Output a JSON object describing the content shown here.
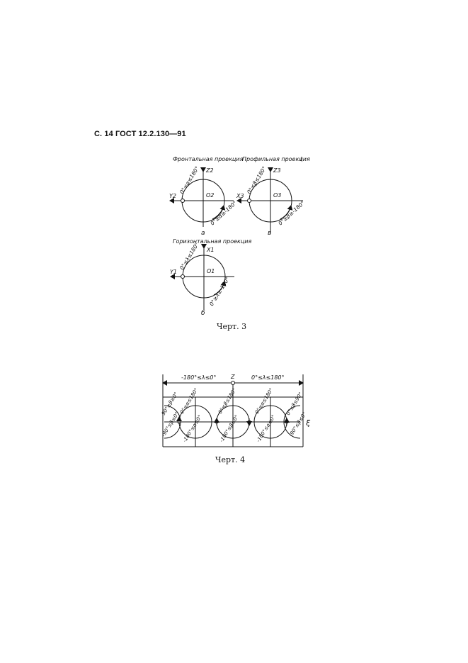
{
  "header": "С. 14 ГОСТ 12.2.130—91",
  "fig3": {
    "caption": "Черт. 3",
    "frontal": {
      "title": "Фронтальная проекция",
      "axis_v": "Z2",
      "axis_h": "Y2",
      "center": "O2",
      "label_upper": "0°≤α≤180°",
      "label_lower": "0°≥α≥-180°",
      "sublabel": "а"
    },
    "profile": {
      "title": "Профильная проекция",
      "axis_v": "Z3",
      "axis_h": "X3",
      "center": "O3",
      "label_upper": "0°≤β≤180°",
      "label_lower": "0°≥β≥-180°",
      "sublabel": "в"
    },
    "horizontal": {
      "title": "Горизонтальная проекция",
      "axis_v": "X1",
      "axis_h": "Y1",
      "center": "O1",
      "label_upper": "0°≤λ≤180°",
      "label_lower": "0°≥λ≥-180°",
      "sublabel": "б"
    }
  },
  "fig4": {
    "caption": "Черт. 4",
    "z_label": "Z",
    "left_range": "-180°≤λ≤0°",
    "right_range": "0°≤λ≤180°",
    "side_label": "ξ",
    "c1_top": "90°≥β≥0°",
    "c1_bot": "-90°≤β≤0°",
    "c2_top": "0°≤α≤180°",
    "c2_bot": "-180°≤α≤0°",
    "c3_top": "0°≤β≤180°",
    "c3_bot": "-180°≤β≤0°",
    "c4_top": "0°≤α≤180°",
    "c4_bot": "-180°≤α≤0°",
    "c5_top": "0°≤β≤90°",
    "c5_bot": "-90°≤β≤0°"
  }
}
